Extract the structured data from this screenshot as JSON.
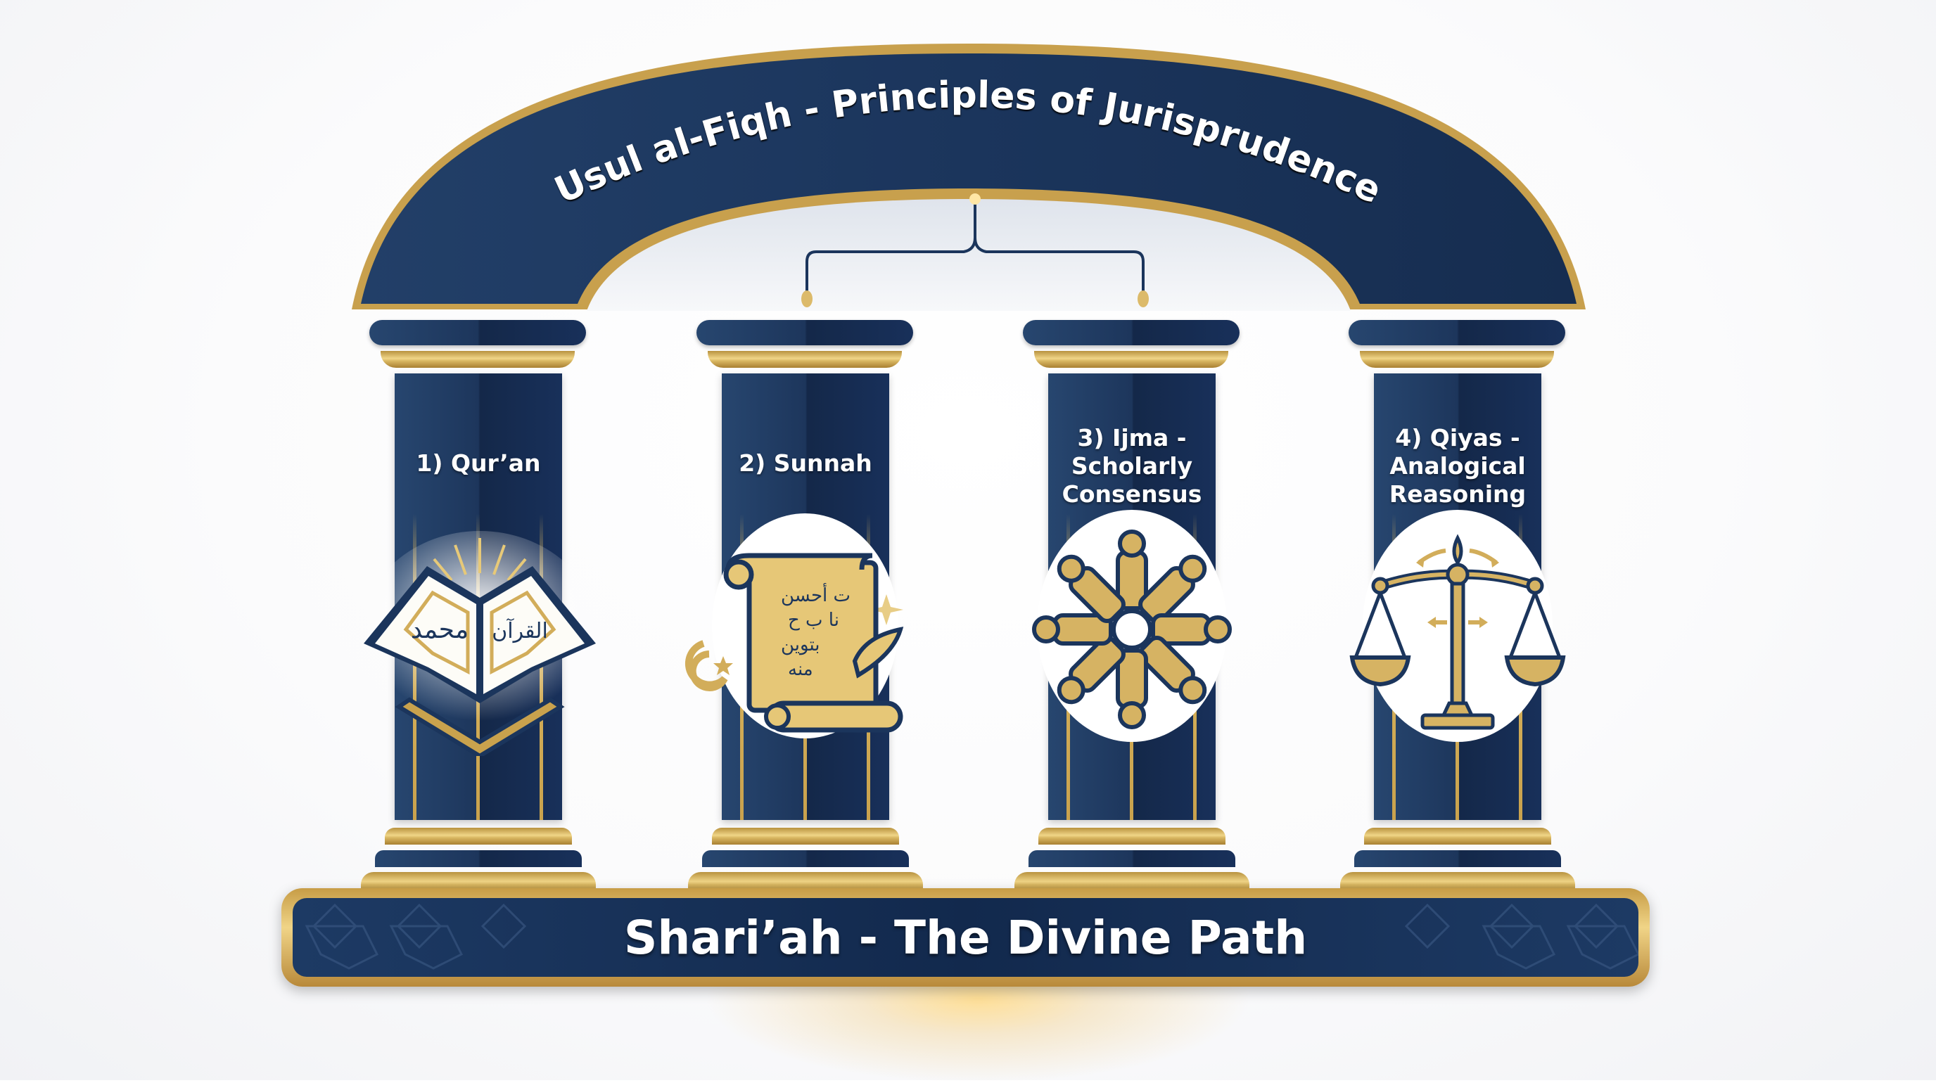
{
  "title": {
    "arch_text": "Usul al-Fiqh - Principles of Jurisprudence"
  },
  "pillars": [
    {
      "number": "1)",
      "label_lines": [
        "1) Qur’an"
      ],
      "icon": "open-quran-book-icon"
    },
    {
      "number": "2)",
      "label_lines": [
        "2) Sunnah"
      ],
      "icon": "scroll-icon"
    },
    {
      "number": "3)",
      "label_lines": [
        "3) Ijma -",
        "Scholarly",
        "Consensus"
      ],
      "icon": "community-circle-icon"
    },
    {
      "number": "4)",
      "label_lines": [
        "4) Qiyas -",
        "Analogical",
        "Reasoning"
      ],
      "icon": "balance-scale-icon"
    }
  ],
  "foundation": {
    "text": "Shari’ah - The Divine Path"
  },
  "colors": {
    "navy": "#1b355c",
    "gold": "#d4af5f",
    "gold_dark": "#a9823a",
    "background": "#ffffff",
    "text": "#ffffff"
  }
}
